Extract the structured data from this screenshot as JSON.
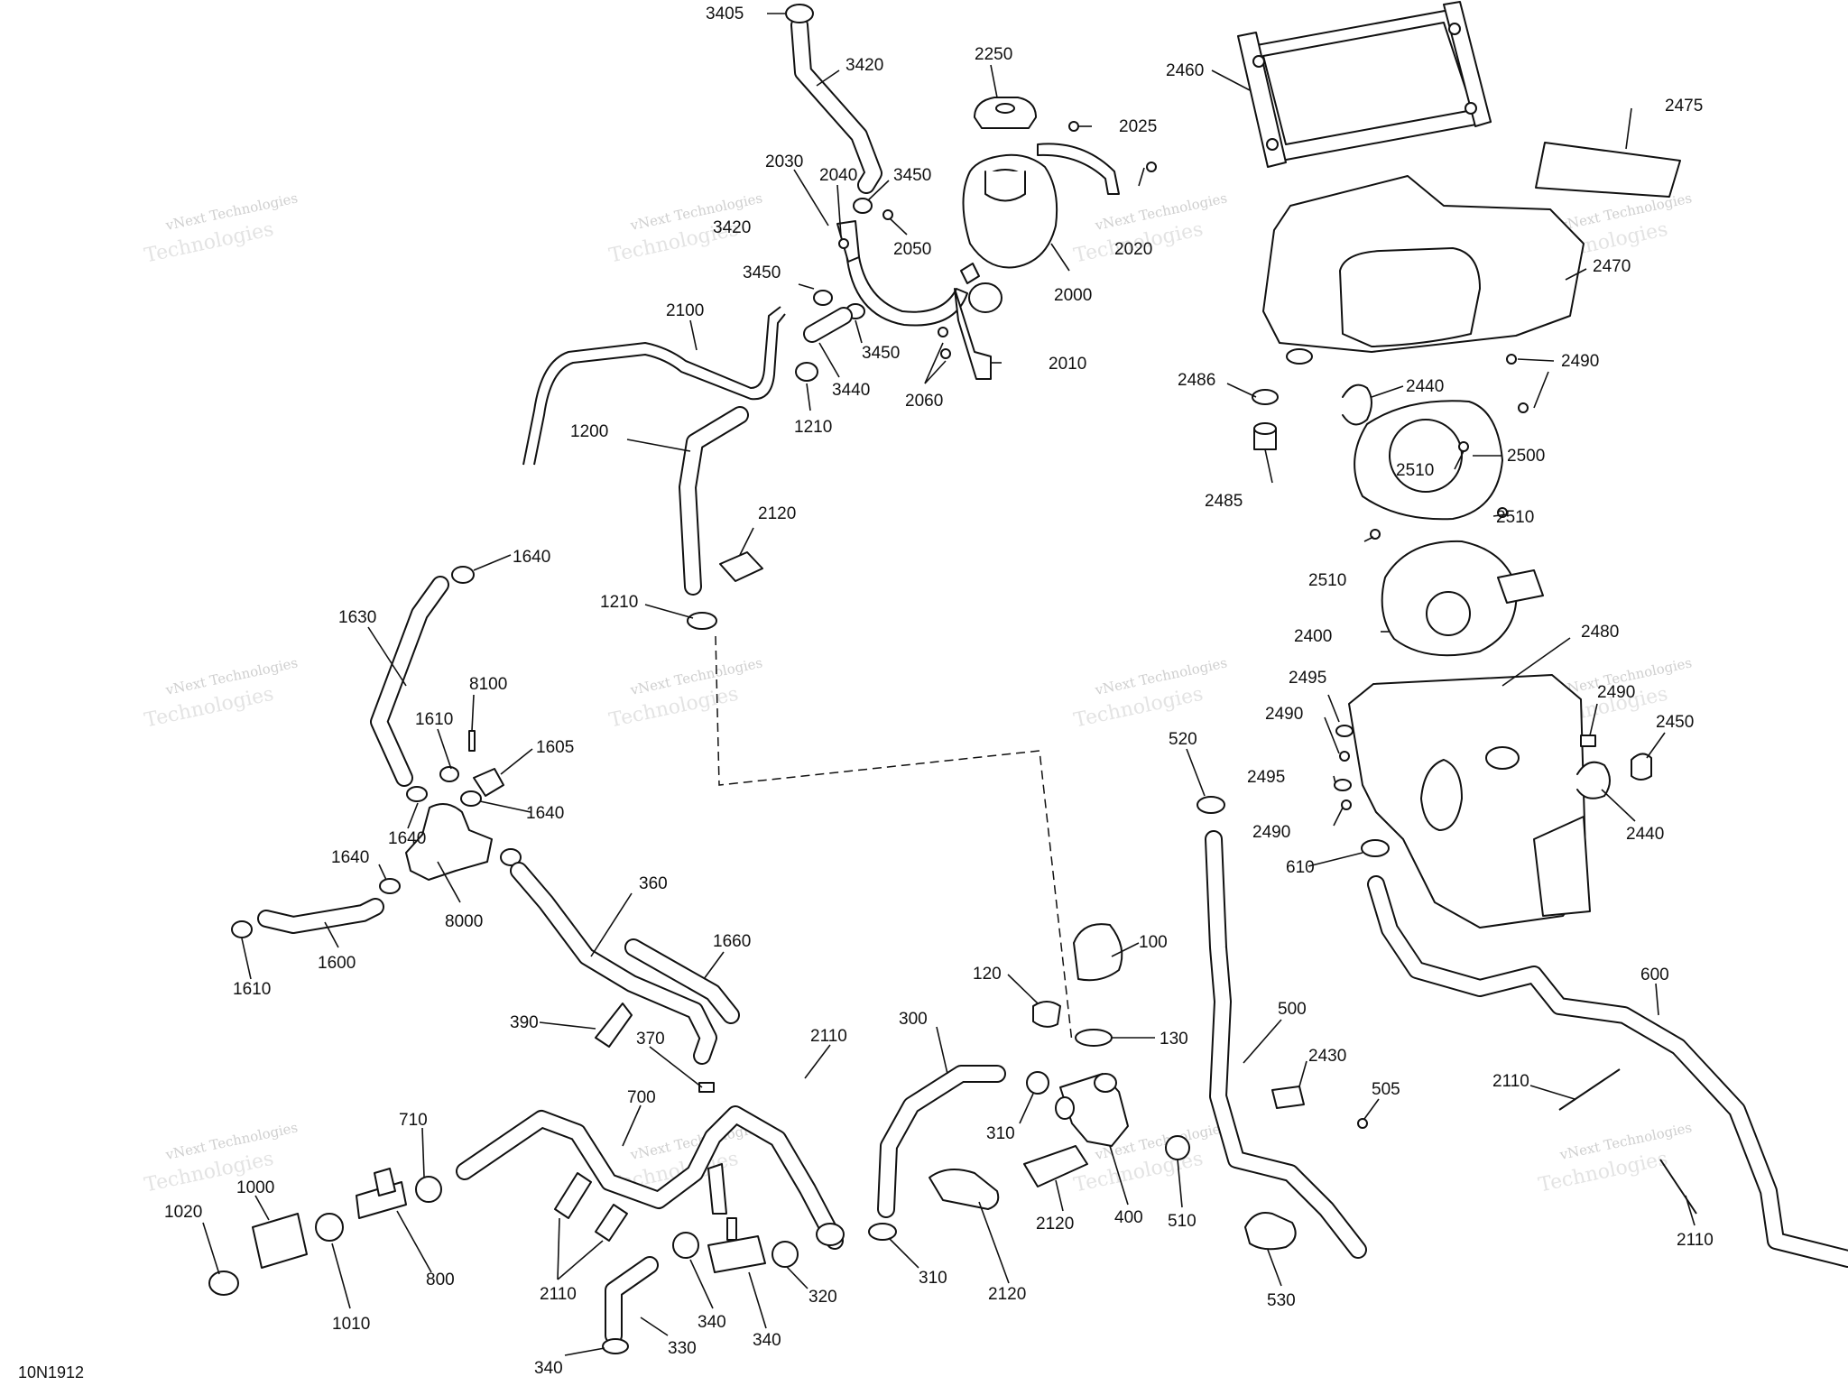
{
  "diagram_code": "10N1912",
  "watermark": {
    "line1": "vNext Technologies",
    "line2": "Technologies"
  },
  "parts": [
    {
      "id": "p3405",
      "label": "3405"
    },
    {
      "id": "p3420a",
      "label": "3420"
    },
    {
      "id": "p3420b",
      "label": "3420"
    },
    {
      "id": "p3450a",
      "label": "3450"
    },
    {
      "id": "p3450b",
      "label": "3450"
    },
    {
      "id": "p3450c",
      "label": "3450"
    },
    {
      "id": "p3440",
      "label": "3440"
    },
    {
      "id": "p2250",
      "label": "2250"
    },
    {
      "id": "p2025",
      "label": "2025"
    },
    {
      "id": "p2030",
      "label": "2030"
    },
    {
      "id": "p2040",
      "label": "2040"
    },
    {
      "id": "p2050",
      "label": "2050"
    },
    {
      "id": "p2020",
      "label": "2020"
    },
    {
      "id": "p2000",
      "label": "2000"
    },
    {
      "id": "p2010",
      "label": "2010"
    },
    {
      "id": "p2060",
      "label": "2060"
    },
    {
      "id": "p2100",
      "label": "2100"
    },
    {
      "id": "p1210a",
      "label": "1210"
    },
    {
      "id": "p1210b",
      "label": "1210"
    },
    {
      "id": "p1200",
      "label": "1200"
    },
    {
      "id": "p2120a",
      "label": "2120"
    },
    {
      "id": "p2460",
      "label": "2460"
    },
    {
      "id": "p2475",
      "label": "2475"
    },
    {
      "id": "p2470",
      "label": "2470"
    },
    {
      "id": "p2490a",
      "label": "2490"
    },
    {
      "id": "p2486",
      "label": "2486"
    },
    {
      "id": "p2440a",
      "label": "2440"
    },
    {
      "id": "p2500",
      "label": "2500"
    },
    {
      "id": "p2510a",
      "label": "2510"
    },
    {
      "id": "p2510b",
      "label": "2510"
    },
    {
      "id": "p2510c",
      "label": "2510"
    },
    {
      "id": "p2485",
      "label": "2485"
    },
    {
      "id": "p2400",
      "label": "2400"
    },
    {
      "id": "p2480",
      "label": "2480"
    },
    {
      "id": "p2495a",
      "label": "2495"
    },
    {
      "id": "p2490b",
      "label": "2490"
    },
    {
      "id": "p2495b",
      "label": "2495"
    },
    {
      "id": "p2490c",
      "label": "2490"
    },
    {
      "id": "p2490d",
      "label": "2490"
    },
    {
      "id": "p2450",
      "label": "2450"
    },
    {
      "id": "p2440b",
      "label": "2440"
    },
    {
      "id": "p610",
      "label": "610"
    },
    {
      "id": "p520",
      "label": "520"
    },
    {
      "id": "p1640a",
      "label": "1640"
    },
    {
      "id": "p1630",
      "label": "1630"
    },
    {
      "id": "p8100",
      "label": "8100"
    },
    {
      "id": "p1610a",
      "label": "1610"
    },
    {
      "id": "p1605",
      "label": "1605"
    },
    {
      "id": "p1640b",
      "label": "1640"
    },
    {
      "id": "p1640c",
      "label": "1640"
    },
    {
      "id": "p1640d",
      "label": "1640"
    },
    {
      "id": "p8000",
      "label": "8000"
    },
    {
      "id": "p1610b",
      "label": "1610"
    },
    {
      "id": "p1600",
      "label": "1600"
    },
    {
      "id": "p360",
      "label": "360"
    },
    {
      "id": "p1660",
      "label": "1660"
    },
    {
      "id": "p390",
      "label": "390"
    },
    {
      "id": "p370",
      "label": "370"
    },
    {
      "id": "p2110a",
      "label": "2110"
    },
    {
      "id": "p700",
      "label": "700"
    },
    {
      "id": "p710",
      "label": "710"
    },
    {
      "id": "p1000",
      "label": "1000"
    },
    {
      "id": "p1020",
      "label": "1020"
    },
    {
      "id": "p800",
      "label": "800"
    },
    {
      "id": "p1010",
      "label": "1010"
    },
    {
      "id": "p2110b",
      "label": "2110"
    },
    {
      "id": "p340a",
      "label": "340"
    },
    {
      "id": "p330",
      "label": "330"
    },
    {
      "id": "p340b",
      "label": "340"
    },
    {
      "id": "p320",
      "label": "320"
    },
    {
      "id": "p340c",
      "label": "340"
    },
    {
      "id": "p100",
      "label": "100"
    },
    {
      "id": "p120",
      "label": "120"
    },
    {
      "id": "p130",
      "label": "130"
    },
    {
      "id": "p300",
      "label": "300"
    },
    {
      "id": "p310a",
      "label": "310"
    },
    {
      "id": "p310b",
      "label": "310"
    },
    {
      "id": "p2120b",
      "label": "2120"
    },
    {
      "id": "p2120c",
      "label": "2120"
    },
    {
      "id": "p400",
      "label": "400"
    },
    {
      "id": "p510",
      "label": "510"
    },
    {
      "id": "p500",
      "label": "500"
    },
    {
      "id": "p2430",
      "label": "2430"
    },
    {
      "id": "p505",
      "label": "505"
    },
    {
      "id": "p530",
      "label": "530"
    },
    {
      "id": "p600",
      "label": "600"
    },
    {
      "id": "p2110c",
      "label": "2110"
    },
    {
      "id": "p2110d",
      "label": "2110"
    }
  ]
}
